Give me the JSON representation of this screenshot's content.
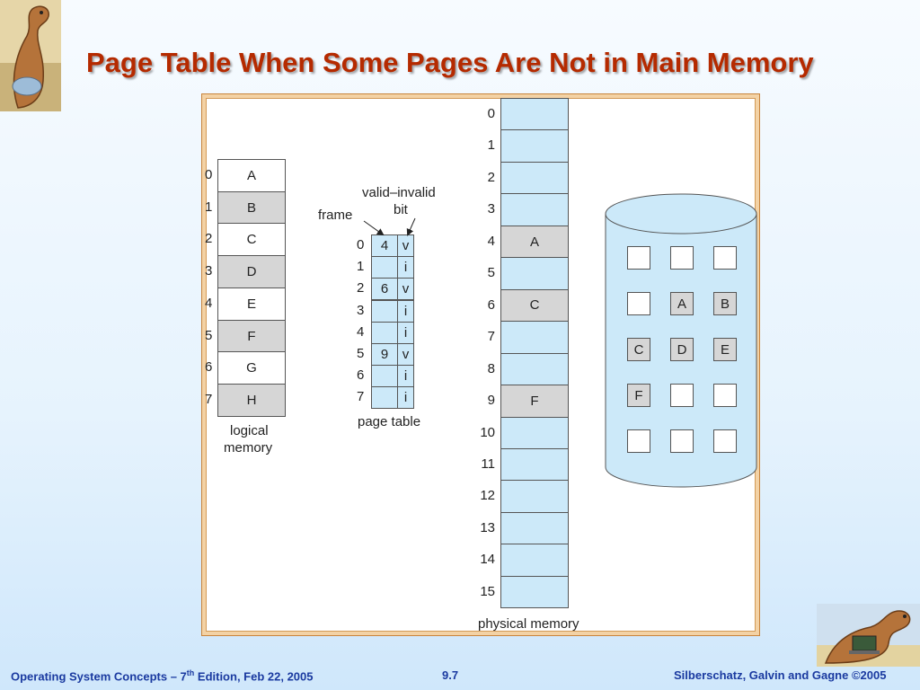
{
  "slide": {
    "title": "Page Table When Some Pages Are Not in Main Memory",
    "footer_left_prefix": "Operating System Concepts – 7",
    "footer_left_sup": "th",
    "footer_left_suffix": " Edition, Feb 22, 2005",
    "footer_center": "9.7",
    "footer_right": "Silberschatz, Galvin and Gagne ©2005",
    "title_color": "#b52a00",
    "footer_color": "#1a3aa0"
  },
  "logical_memory": {
    "label_line1": "logical",
    "label_line2": "memory",
    "rows": [
      {
        "index": "0",
        "page": "A"
      },
      {
        "index": "1",
        "page": "B"
      },
      {
        "index": "2",
        "page": "C"
      },
      {
        "index": "3",
        "page": "D"
      },
      {
        "index": "4",
        "page": "E"
      },
      {
        "index": "5",
        "page": "F"
      },
      {
        "index": "6",
        "page": "G"
      },
      {
        "index": "7",
        "page": "H"
      }
    ]
  },
  "page_table": {
    "frame_label": "frame",
    "valid_label_line1": "valid–invalid",
    "valid_label_line2": "bit",
    "caption": "page table",
    "rows": [
      {
        "index": "0",
        "frame": "4",
        "bit": "v"
      },
      {
        "index": "1",
        "frame": "",
        "bit": "i"
      },
      {
        "index": "2",
        "frame": "6",
        "bit": "v"
      },
      {
        "index": "3",
        "frame": "",
        "bit": "i"
      },
      {
        "index": "4",
        "frame": "",
        "bit": "i"
      },
      {
        "index": "5",
        "frame": "9",
        "bit": "v"
      },
      {
        "index": "6",
        "frame": "",
        "bit": "i"
      },
      {
        "index": "7",
        "frame": "",
        "bit": "i"
      }
    ]
  },
  "physical_memory": {
    "caption": "physical memory",
    "frames": [
      {
        "index": "0",
        "content": ""
      },
      {
        "index": "1",
        "content": ""
      },
      {
        "index": "2",
        "content": ""
      },
      {
        "index": "3",
        "content": ""
      },
      {
        "index": "4",
        "content": "A"
      },
      {
        "index": "5",
        "content": ""
      },
      {
        "index": "6",
        "content": "C"
      },
      {
        "index": "7",
        "content": ""
      },
      {
        "index": "8",
        "content": ""
      },
      {
        "index": "9",
        "content": "F"
      },
      {
        "index": "10",
        "content": ""
      },
      {
        "index": "11",
        "content": ""
      },
      {
        "index": "12",
        "content": ""
      },
      {
        "index": "13",
        "content": ""
      },
      {
        "index": "14",
        "content": ""
      },
      {
        "index": "15",
        "content": ""
      }
    ]
  },
  "disk": {
    "grid": [
      [
        "",
        "",
        ""
      ],
      [
        "",
        "A",
        "B"
      ],
      [
        "C",
        "D",
        "E"
      ],
      [
        "F",
        "",
        ""
      ],
      [
        "",
        "",
        ""
      ]
    ]
  },
  "colors": {
    "light_blue": "#cce9f9",
    "gray": "#d6d6d6",
    "white": "#ffffff"
  }
}
